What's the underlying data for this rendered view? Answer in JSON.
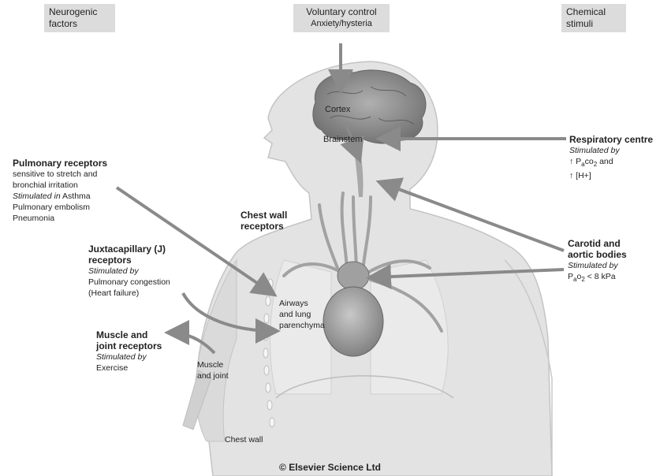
{
  "headers": {
    "neurogenic": [
      "Neurogenic",
      "factors"
    ],
    "voluntary_title": "Voluntary control",
    "voluntary_sub": "Anxiety/hysteria",
    "chemical": [
      "Chemical",
      "stimuli"
    ]
  },
  "organs": {
    "cortex": "Cortex",
    "brainstem": "Brainstem"
  },
  "respiratory_centre": {
    "title": "Respiratory centre",
    "stimulated_by": "Stimulated by",
    "paco2_pre": "↑ P",
    "paco2_sub": "a",
    "paco2_post": "co",
    "paco2_2": "2",
    "paco2_and": " and",
    "h_ion": "↑ [H+]"
  },
  "pulmonary_receptors": {
    "title": "Pulmonary receptors",
    "line1": "sensitive to stretch and",
    "line2": "bronchial irritation",
    "stim_italic": "Stimulated in",
    "stim_plain": " Asthma",
    "line4": "Pulmonary embolism",
    "line5": "Pneumonia"
  },
  "chest_wall_receptors": [
    "Chest wall",
    "receptors"
  ],
  "juxtacapillary": {
    "title1": "Juxtacapillary (J)",
    "title2": "receptors",
    "stim": "Stimulated by",
    "line1": "Pulmonary congestion",
    "line2": "(Heart failure)"
  },
  "airways": [
    "Airways",
    "and lung",
    "parenchyma"
  ],
  "carotid": {
    "title1": "Carotid and",
    "title2": "aortic bodies",
    "stim": "Stimulated by",
    "po2_pre": "P",
    "po2_sub1": "a",
    "po2_mid": "o",
    "po2_sub2": "2",
    "po2_post": " < 8 kPa"
  },
  "muscle_joint": {
    "title1": "Muscle and",
    "title2": "joint receptors",
    "stim": "Stimulated by",
    "line": "Exercise"
  },
  "muscle_and_joint": [
    "Muscle",
    "and joint"
  ],
  "chest_wall": "Chest wall",
  "copyright": "© Elsevier Science Ltd",
  "colors": {
    "body": "#e3e3e3",
    "outline": "#bdbdbd",
    "arrow": "#8a8a8a",
    "organ": "#9e9e9e",
    "header_bg": "#dcdcdc"
  }
}
